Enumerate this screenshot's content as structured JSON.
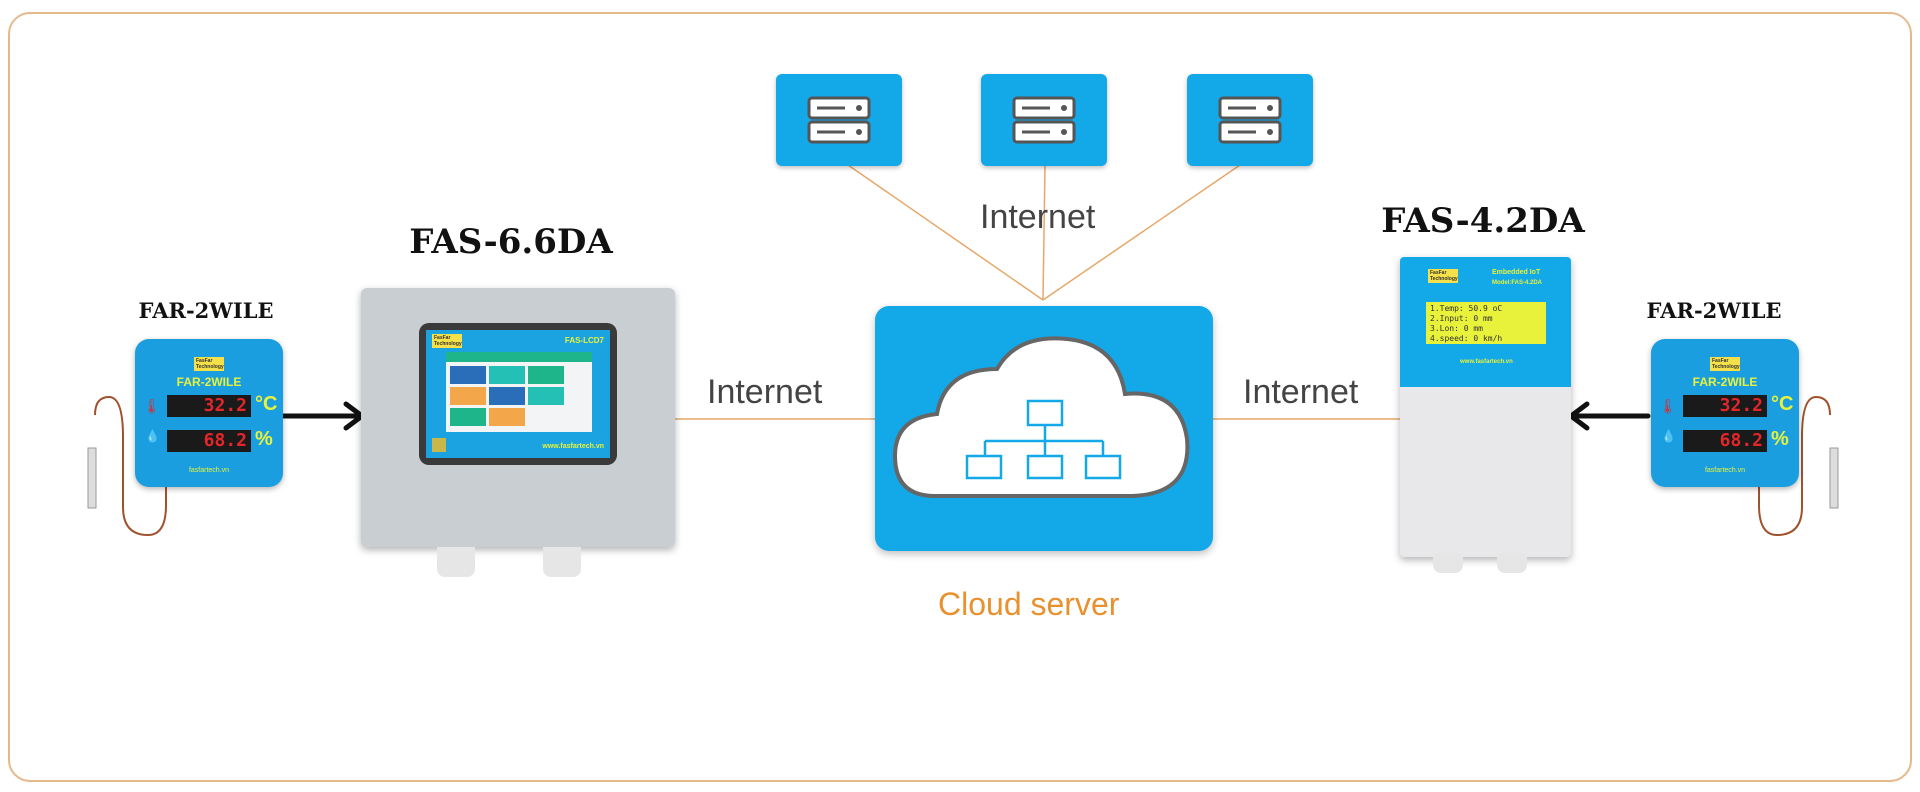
{
  "labels": {
    "internet_top": "Internet",
    "internet_left": "Internet",
    "internet_right": "Internet",
    "cloud": "Cloud server"
  },
  "devices": {
    "fas66": {
      "title": "FAS-6.6DA",
      "screen_model": "FAS-LCD7",
      "website": "www.fasfartech.vn"
    },
    "fas42": {
      "title": "FAS-4.2DA",
      "header": "Embedded IoT",
      "model": "Model:FAS-4.2DA",
      "lcd": "1.Temp: 50.9 oC\n2.Input: 0 mm\n3.Lon: 0 mm\n4.speed: 0 km/h",
      "website": "www.fasfartech.vn"
    },
    "far_left": {
      "title": "FAR-2WILE",
      "name": "FAR-2WILE",
      "temp": "32.2",
      "temp_unit": "°C",
      "hum": "68.2",
      "hum_unit": "%",
      "website": "fasfartech.vn"
    },
    "far_right": {
      "title": "FAR-2WILE",
      "name": "FAR-2WILE",
      "temp": "32.2",
      "temp_unit": "°C",
      "hum": "68.2",
      "hum_unit": "%",
      "website": "fasfartech.vn"
    }
  },
  "brand": "FasFar Technology",
  "colors": {
    "device_blue": "#13a8e8",
    "line": "#e6a86a",
    "cloud_text": "#e8912e",
    "border": "#e6b98a"
  },
  "icons": [
    "server-icon",
    "cloud-network-icon",
    "arrow-right-icon",
    "arrow-left-icon",
    "thermometer-icon",
    "water-drop-icon"
  ]
}
